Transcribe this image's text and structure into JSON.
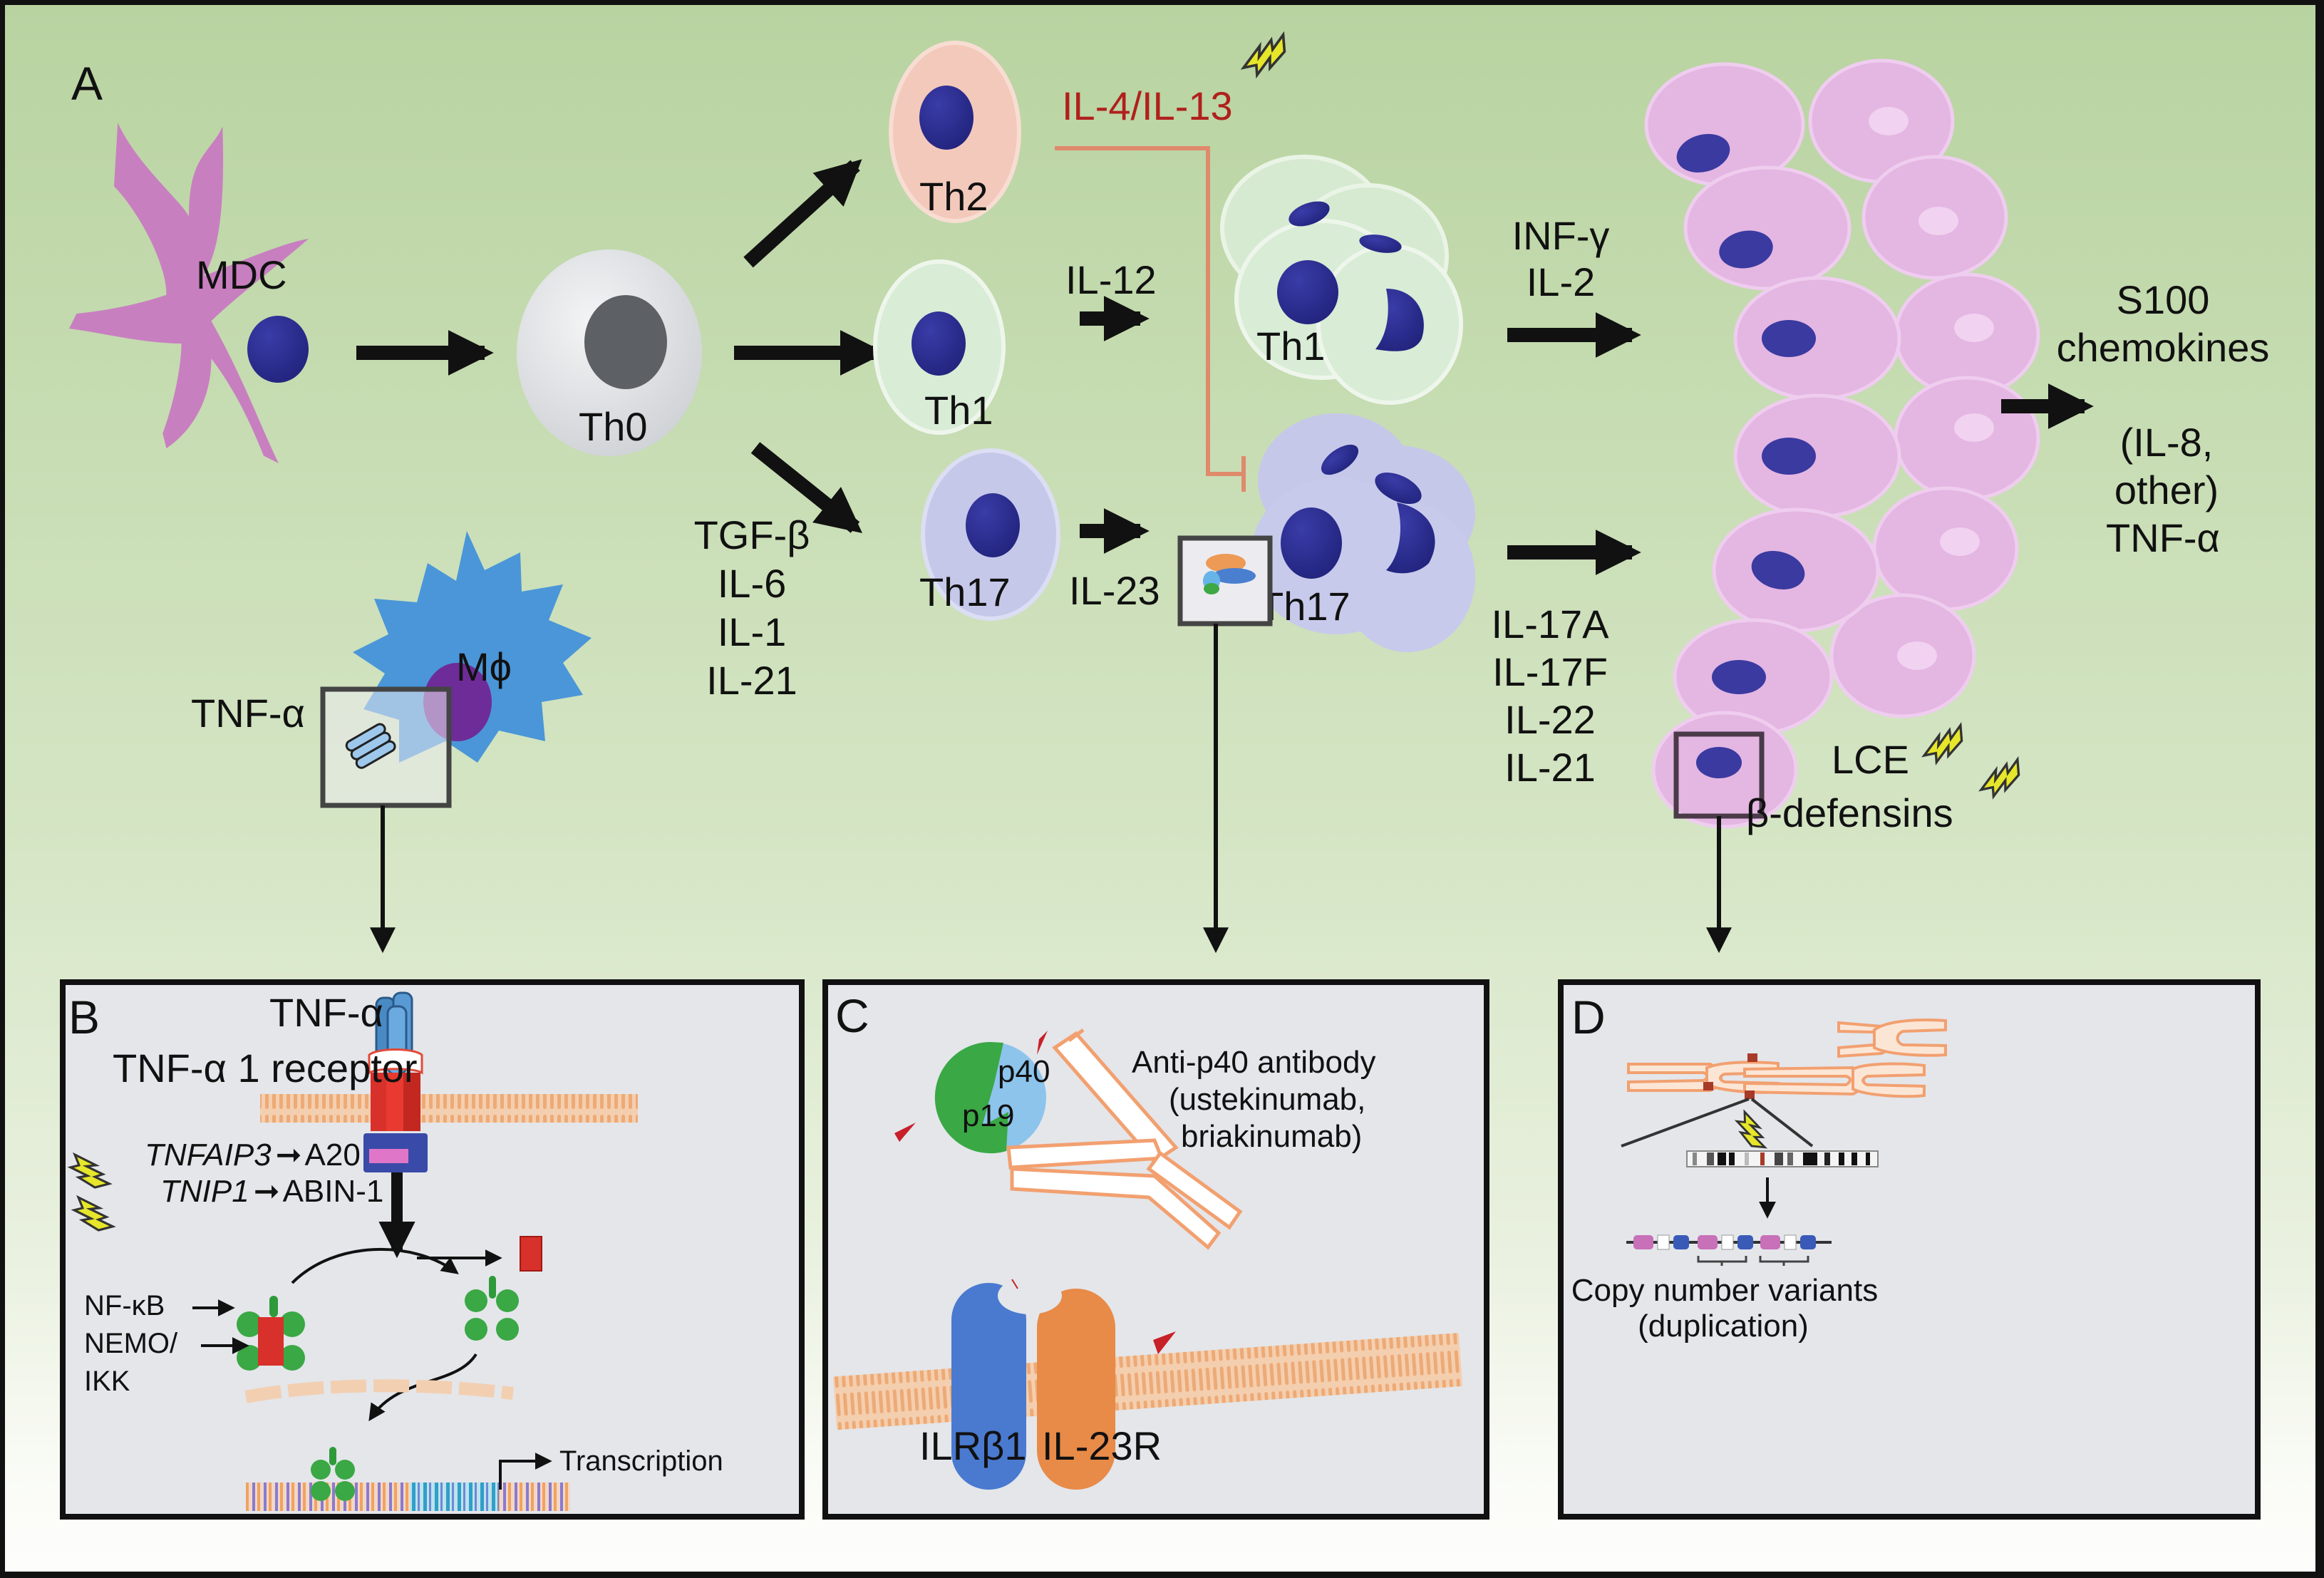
{
  "figure": {
    "panel_labels": {
      "a": "A",
      "b": "B",
      "c": "C",
      "d": "D"
    },
    "colors": {
      "bg_top": "#b8d3a0",
      "bg_bottom": "#fbfcf8",
      "frame": "#111111",
      "panel_fill": "#e4e6ea",
      "nucleus": "#2b2d96",
      "mdc": "#c87fc0",
      "macrophage": "#4a96d8",
      "th0": "#dcdfe2",
      "th2": "#f3c9bb",
      "th1": "#d8ecd6",
      "th17": "#c6c8ea",
      "keratinocyte": "#e4b6e2",
      "inhibit_line": "#e08a6c",
      "red_text": "#b0201c",
      "lightning": "#e6e62a",
      "membrane": "#f0a870"
    }
  },
  "panel_a": {
    "cells": {
      "mdc": "MDC",
      "th0": "Th0",
      "th2": "Th2",
      "th1": "Th1",
      "th17": "Th17",
      "th1_cluster": "Th1",
      "th17_cluster": "Th17",
      "macrophage": "Mϕ"
    },
    "cytokines": {
      "il4_il13": "IL-4/IL-13",
      "il12": "IL-12",
      "il23": "IL-23",
      "th17_inducers": [
        "TGF-β",
        "IL-6",
        "IL-1",
        "IL-21"
      ],
      "th1_effectors": [
        "INF-γ",
        "IL-2"
      ],
      "th17_effectors": [
        "IL-17A",
        "IL-17F",
        "IL-22",
        "IL-21"
      ],
      "tnf_macrophage": "TNF-α"
    },
    "keratinocyte_outputs": [
      "S100",
      "chemokines",
      "",
      "(IL-8,",
      "other)",
      "TNF-α"
    ],
    "keratinocyte_genes": [
      "LCE",
      "β-defensins"
    ]
  },
  "panel_b": {
    "ligand": "TNF-α",
    "receptor": "TNF-α 1 receptor",
    "gene_rows": [
      {
        "gene": "TNFAIP3",
        "protein": "A20"
      },
      {
        "gene": "TNIP1",
        "protein": "ABIN-1"
      }
    ],
    "arrow_glyph": "➞",
    "complex_labels": [
      "NF-κB",
      "NEMO/",
      "IKK"
    ],
    "output": "Transcription"
  },
  "panel_c": {
    "subunits": {
      "p40": "p40",
      "p19": "p19"
    },
    "antibody": [
      "Anti-p40 antibody",
      "(ustekinumab,",
      "briakinumab)"
    ],
    "receptors": {
      "ilrb1": "ILRβ1",
      "il23r": "IL-23R"
    }
  },
  "panel_d": {
    "caption": [
      "Copy number variants",
      "(duplication)"
    ]
  }
}
